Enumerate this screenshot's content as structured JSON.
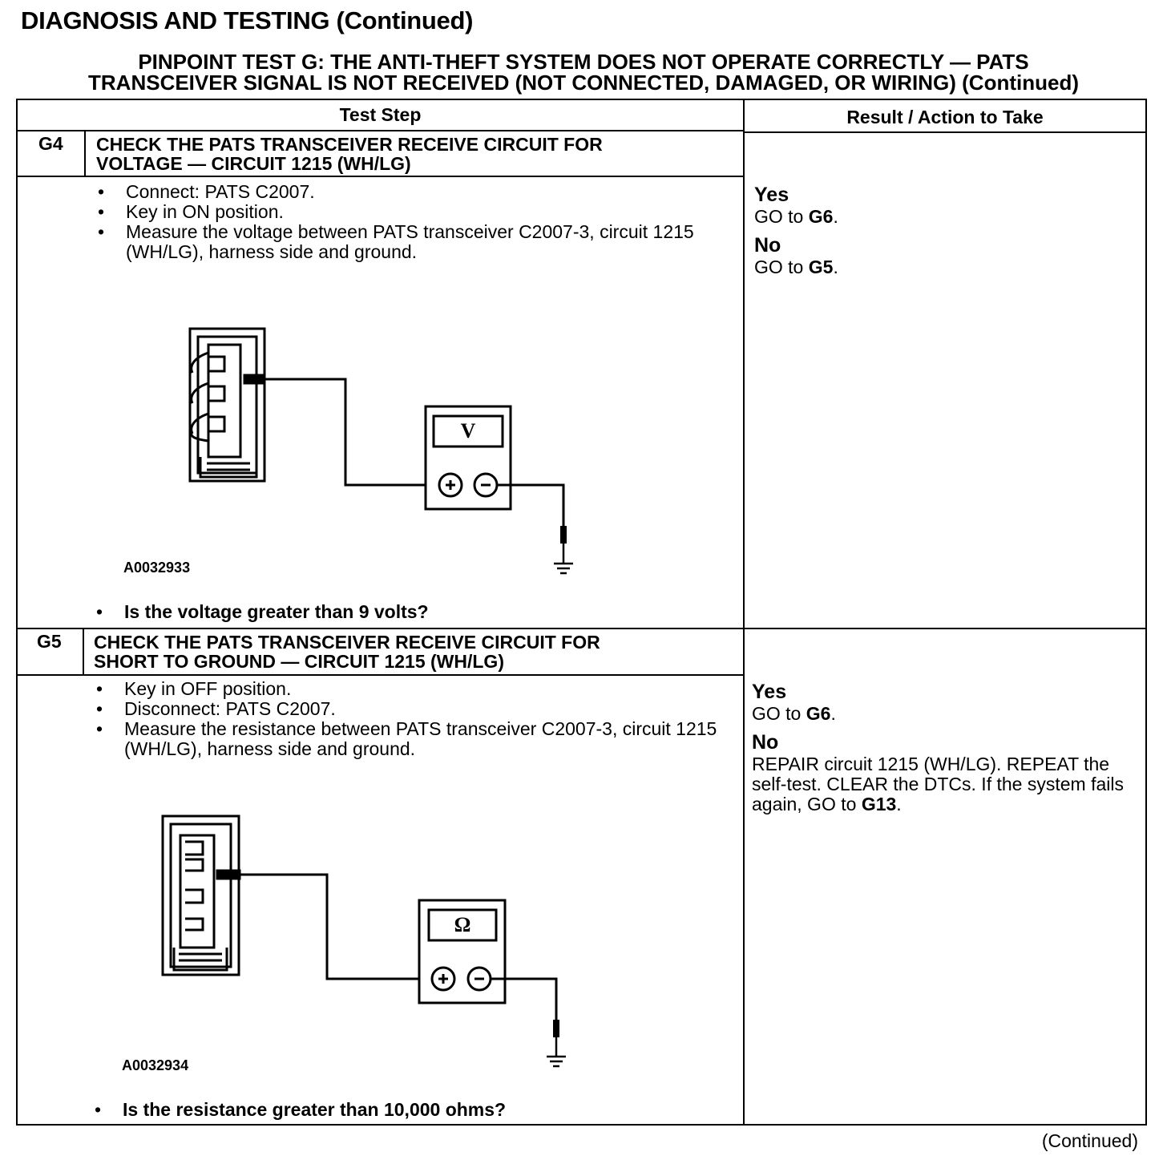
{
  "heading": "DIAGNOSIS AND TESTING (Continued)",
  "test_title": {
    "line1": "PINPOINT TEST  G: THE ANTI-THEFT SYSTEM DOES NOT OPERATE CORRECTLY — PATS",
    "line2": "TRANSCEIVER SIGNAL IS NOT RECEIVED (NOT CONNECTED, DAMAGED, OR WIRING) (Continued)"
  },
  "table": {
    "header_test_step": "Test Step",
    "header_result": "Result / Action to Take",
    "steps": [
      {
        "id": "G4",
        "title_line1": "CHECK THE PATS TRANSCEIVER RECEIVE CIRCUIT FOR",
        "title_line2": "VOLTAGE — CIRCUIT 1215 (WH/LG)",
        "items": [
          "Connect: PATS C2007.",
          "Key in ON position.",
          "Measure the voltage between PATS transceiver C2007-3, circuit 1215 (WH/LG), harness side and ground."
        ],
        "figure_id": "A0032933",
        "meter_symbol": "V",
        "question": "Is the voltage greater than 9 volts?",
        "yes_label": "Yes",
        "yes_action": "GO to",
        "yes_target": "G6",
        "no_label": "No",
        "no_action": "GO to",
        "no_target": "G5"
      },
      {
        "id": "G5",
        "title_line1": "CHECK THE PATS TRANSCEIVER RECEIVE CIRCUIT FOR",
        "title_line2": "SHORT TO GROUND — CIRCUIT 1215 (WH/LG)",
        "items": [
          "Key in OFF position.",
          "Disconnect: PATS C2007.",
          "Measure the resistance between PATS transceiver C2007-3, circuit 1215 (WH/LG), harness side and ground."
        ],
        "figure_id": "A0032934",
        "meter_symbol": "Ω",
        "question": "Is the resistance greater than 10,000 ohms?",
        "yes_label": "Yes",
        "yes_action": "GO to",
        "yes_target": "G6",
        "no_label": "No",
        "no_action": "REPAIR circuit 1215 (WH/LG). REPEAT the self-test. CLEAR the DTCs. If the system fails again, GO to",
        "no_target": "G13"
      }
    ]
  },
  "footer": "(Continued)"
}
